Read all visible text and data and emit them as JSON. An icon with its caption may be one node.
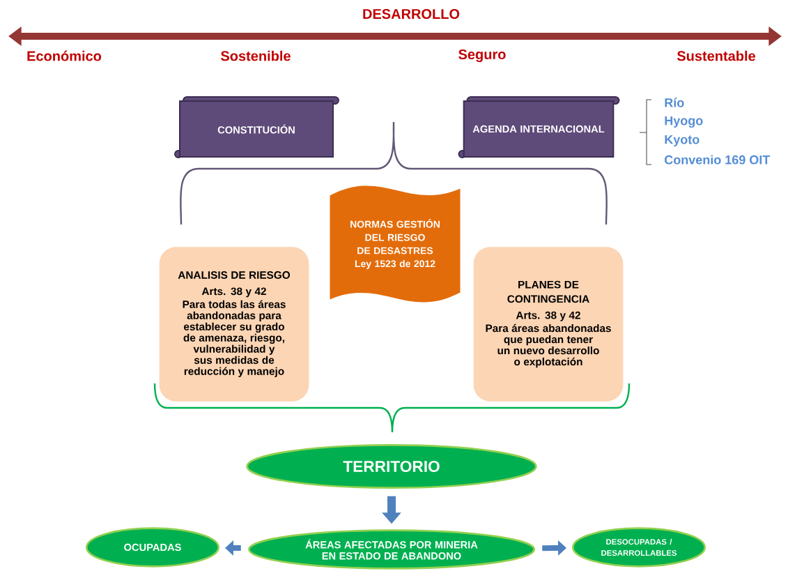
{
  "diagram": {
    "nodes": [
      {
        "text": [
          "CONSTITUCIÓN"
        ]
      },
      {
        "text": [
          "AGENDA INTERNACIONAL"
        ]
      },
      {
        "text": [
          "NORMAS GESTIÓN DEL RIESGO DE DESASTRES",
          "Ley 1523 de 2012"
        ]
      },
      {
        "text": [
          "ANALISIS DE RIESGO",
          "Arts. 38 y 42",
          "Para todas las áreas abandonadas para establecer su grado de amenaza, riesgo, vulnerabilidad y sus medidas de reducción y manejo"
        ]
      },
      {
        "text": [
          "PLANES DE CONTINGENCIA",
          "Arts. 38 y 42",
          "Para áreas abandonadas que puedan tener un nuevo desarrollo o explotación"
        ]
      },
      {
        "text": [
          "TERRITORIO"
        ]
      },
      {
        "text": [
          "ÁREAS AFECTADAS POR MINERIA EN ESTADO DE ABANDONO"
        ]
      },
      {
        "text": [
          "OCUPADAS"
        ]
      },
      {
        "text": [
          "DESOCUPADAS / DESARROLLABLES"
        ]
      }
    ],
    "edges": [
      {
        "from": 5,
        "to": 6,
        "arrow": "to"
      },
      {
        "from": 6,
        "to": 7,
        "arrow": "to"
      },
      {
        "from": 6,
        "to": 8,
        "arrow": "to"
      }
    ],
    "labels": [
      "DESARROLLO",
      "Económico",
      "Sostenible",
      "Seguro",
      "Sustentable",
      "Río",
      "Hyogo",
      "Kyoto",
      "Convenio 169 OIT"
    ]
  }
}
